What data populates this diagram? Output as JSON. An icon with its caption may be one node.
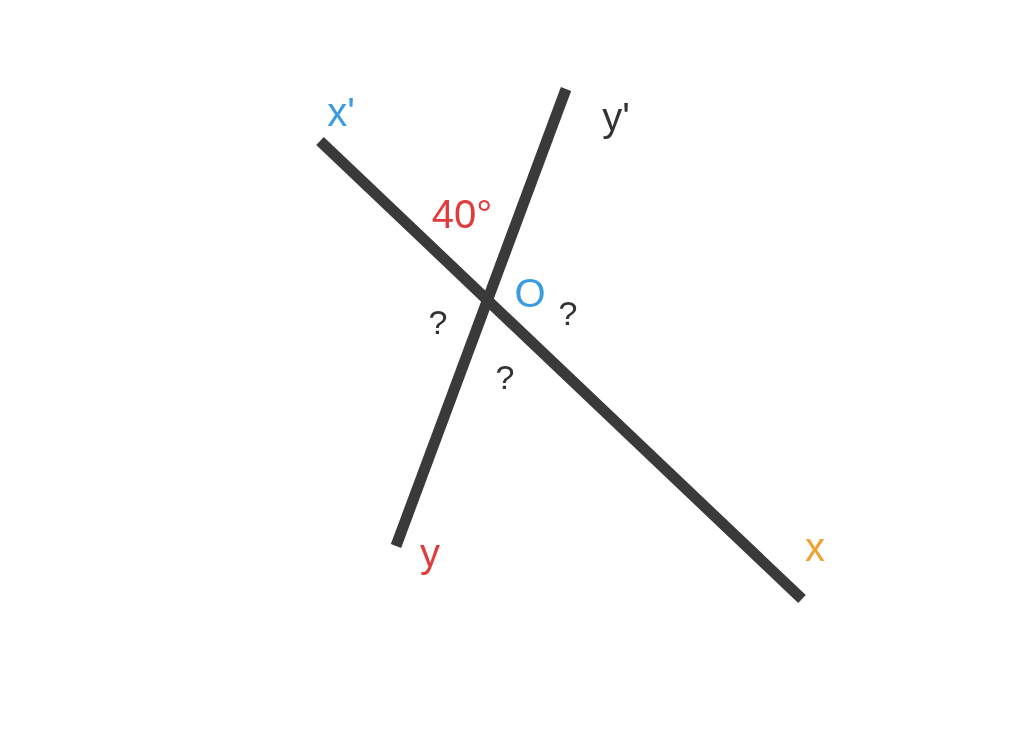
{
  "diagram": {
    "labels": [
      "x'",
      "y'",
      "40°",
      "O",
      "?",
      "?",
      "?",
      "y",
      "x"
    ]
  }
}
